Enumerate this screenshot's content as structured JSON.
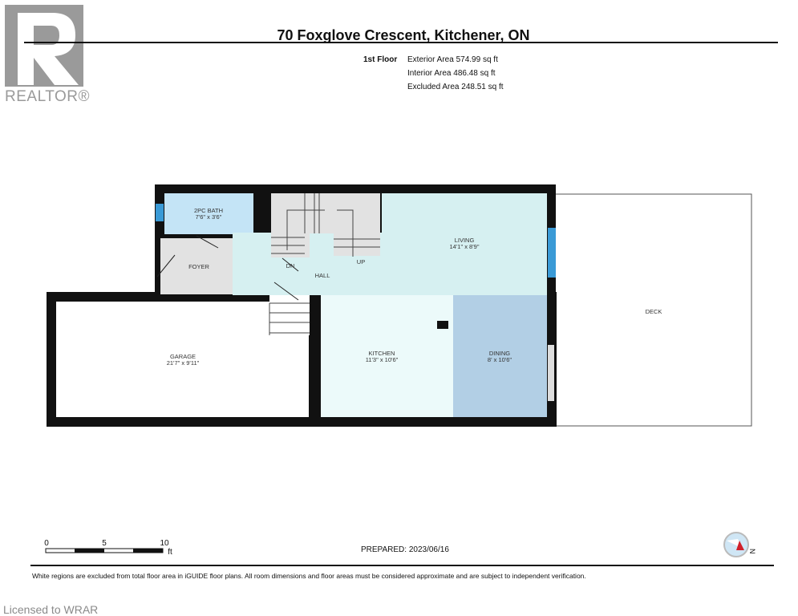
{
  "logo": {
    "text": "REALTOR®"
  },
  "header": {
    "title": "70 Foxglove Crescent, Kitchener, ON"
  },
  "floor": {
    "name": "1st Floor",
    "exterior_area": "Exterior Area 574.99 sq ft",
    "interior_area": "Interior Area 486.48 sq ft",
    "excluded_area": "Excluded Area 248.51 sq ft"
  },
  "rooms": {
    "bath": {
      "name": "2PC BATH",
      "dims": "7'6\" x 3'6\""
    },
    "foyer": {
      "name": "FOYER"
    },
    "hall": {
      "name": "HALL"
    },
    "dn": "DN",
    "up": "UP",
    "living": {
      "name": "LIVING",
      "dims": "14'1\" x 8'9\""
    },
    "garage": {
      "name": "GARAGE",
      "dims": "21'7\" x 9'11\""
    },
    "kitchen": {
      "name": "KITCHEN",
      "dims": "11'3\" x 10'6\""
    },
    "dining": {
      "name": "DINING",
      "dims": "8' x 10'6\""
    },
    "deck": {
      "name": "DECK"
    }
  },
  "scale": {
    "t0": "0",
    "t5": "5",
    "t10": "10",
    "unit": "ft"
  },
  "footer": {
    "prepared": "PREPARED: 2023/06/16",
    "compass_label": "N",
    "disclaimer": "White regions are excluded from total floor area in iGUIDE floor plans. All room dimensions and floor areas must be considered approximate and are subject to independent verification.",
    "licensed": "Licensed to WRAR"
  },
  "colors": {
    "bath": "#c4e4f6",
    "hall": "#d6f0f1",
    "kitchen": "#ecfafa",
    "dining": "#b2cfe5",
    "stairs": "#e2e2e2",
    "window": "#3a9ad6"
  }
}
